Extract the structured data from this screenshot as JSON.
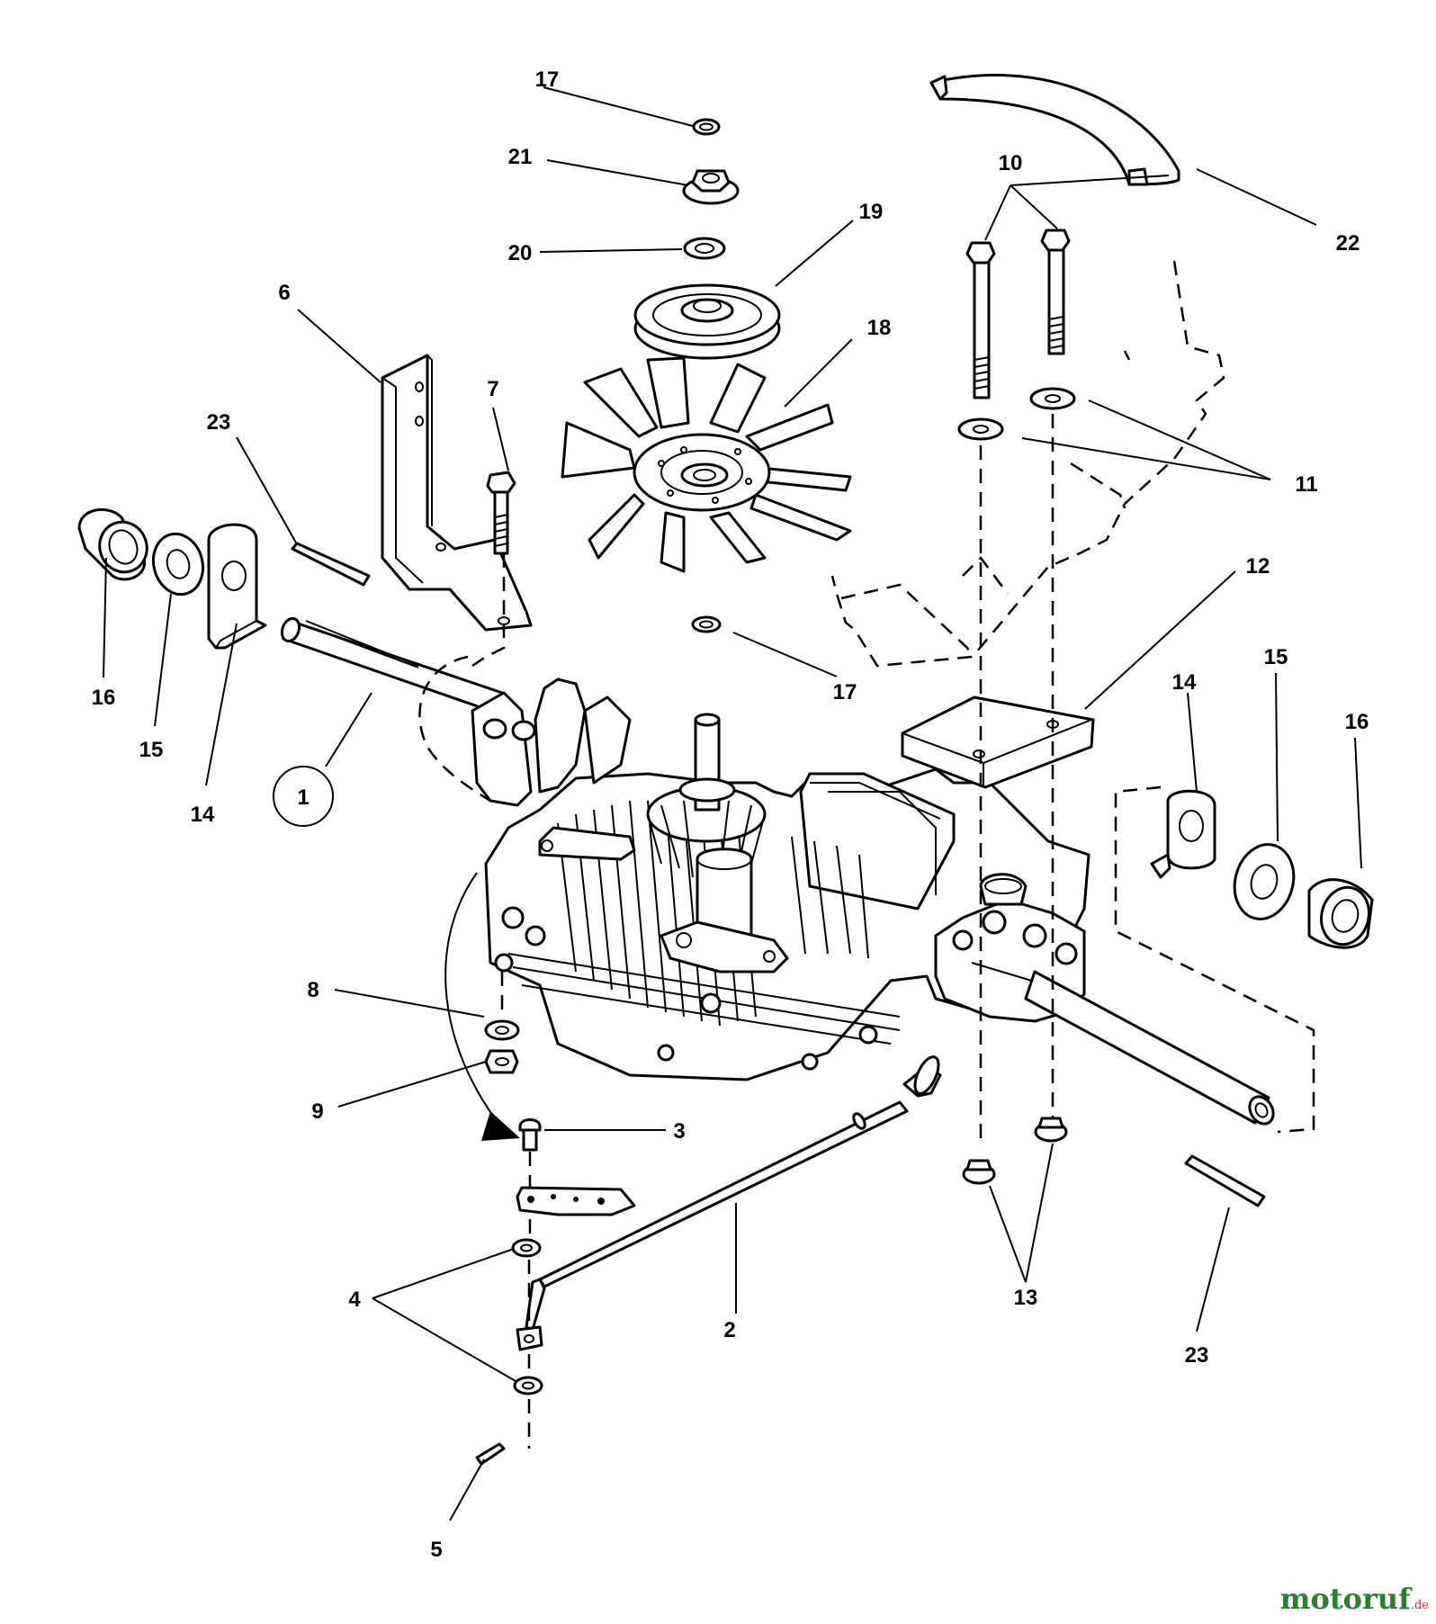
{
  "diagram": {
    "callouts": [
      "1",
      "2",
      "3",
      "4",
      "5",
      "6",
      "7",
      "8",
      "9",
      "10",
      "11",
      "12",
      "13",
      "14",
      "14",
      "15",
      "15",
      "16",
      "16",
      "17",
      "17",
      "18",
      "19",
      "20",
      "21",
      "22",
      "23",
      "23"
    ]
  },
  "watermark": {
    "brand": "motoruf",
    "tld": ".de"
  }
}
